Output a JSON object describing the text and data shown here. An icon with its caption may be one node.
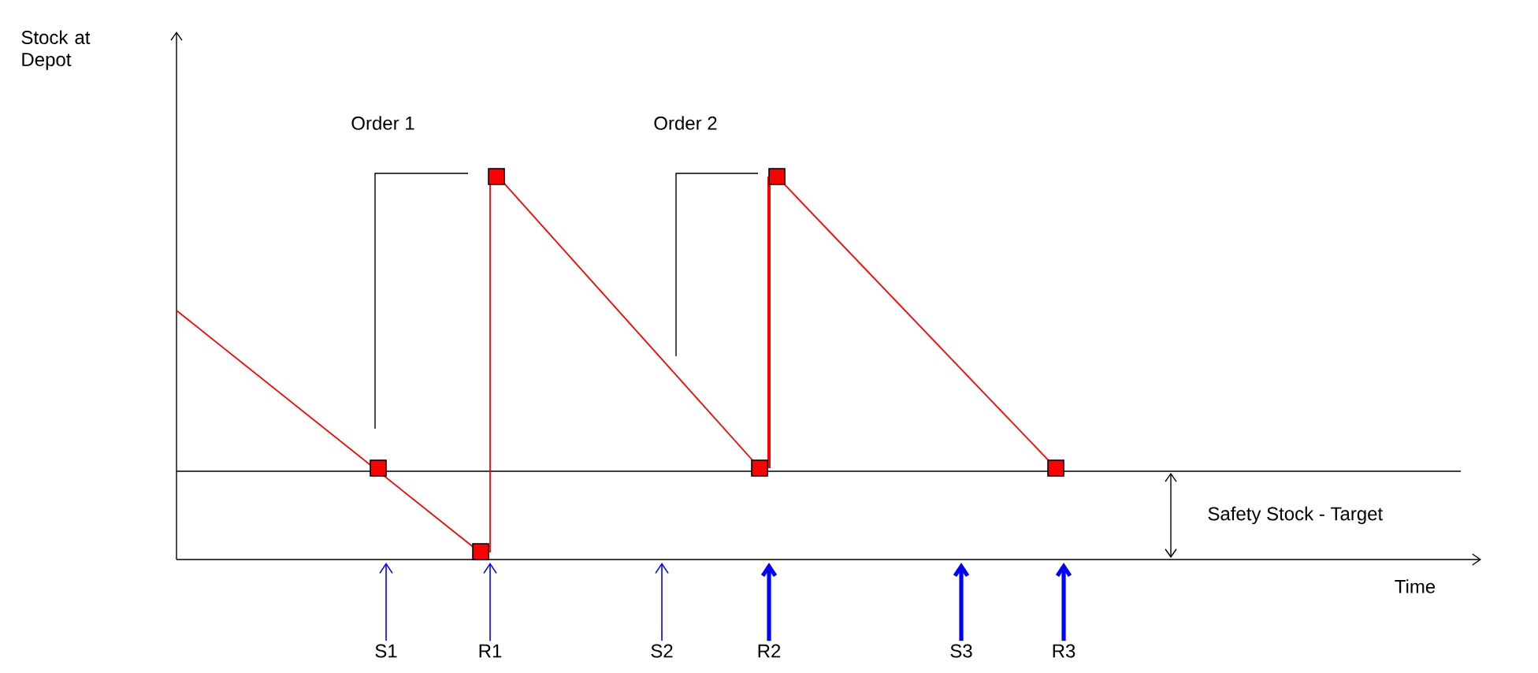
{
  "diagram": {
    "nodes": [
      {
        "text": [
          "S1"
        ]
      },
      {
        "text": [
          "R1"
        ]
      },
      {
        "text": [
          "S2"
        ]
      },
      {
        "text": [
          "R2"
        ]
      },
      {
        "text": [
          "S3"
        ]
      },
      {
        "text": [
          "R3"
        ]
      }
    ],
    "edges": [
      {
        "from": 0,
        "to": null,
        "arrow": "to"
      },
      {
        "from": 1,
        "to": null,
        "arrow": "to"
      },
      {
        "from": 2,
        "to": null,
        "arrow": "to"
      },
      {
        "from": 3,
        "to": null,
        "arrow": "to",
        "style": "thick"
      },
      {
        "from": 4,
        "to": null,
        "arrow": "to",
        "style": "thick"
      },
      {
        "from": 5,
        "to": null,
        "arrow": "to",
        "style": "thick"
      }
    ],
    "labels": [
      "Stock at Depot",
      "Order 1",
      "Order 2",
      "Safety Stock - Target",
      "Time"
    ]
  }
}
